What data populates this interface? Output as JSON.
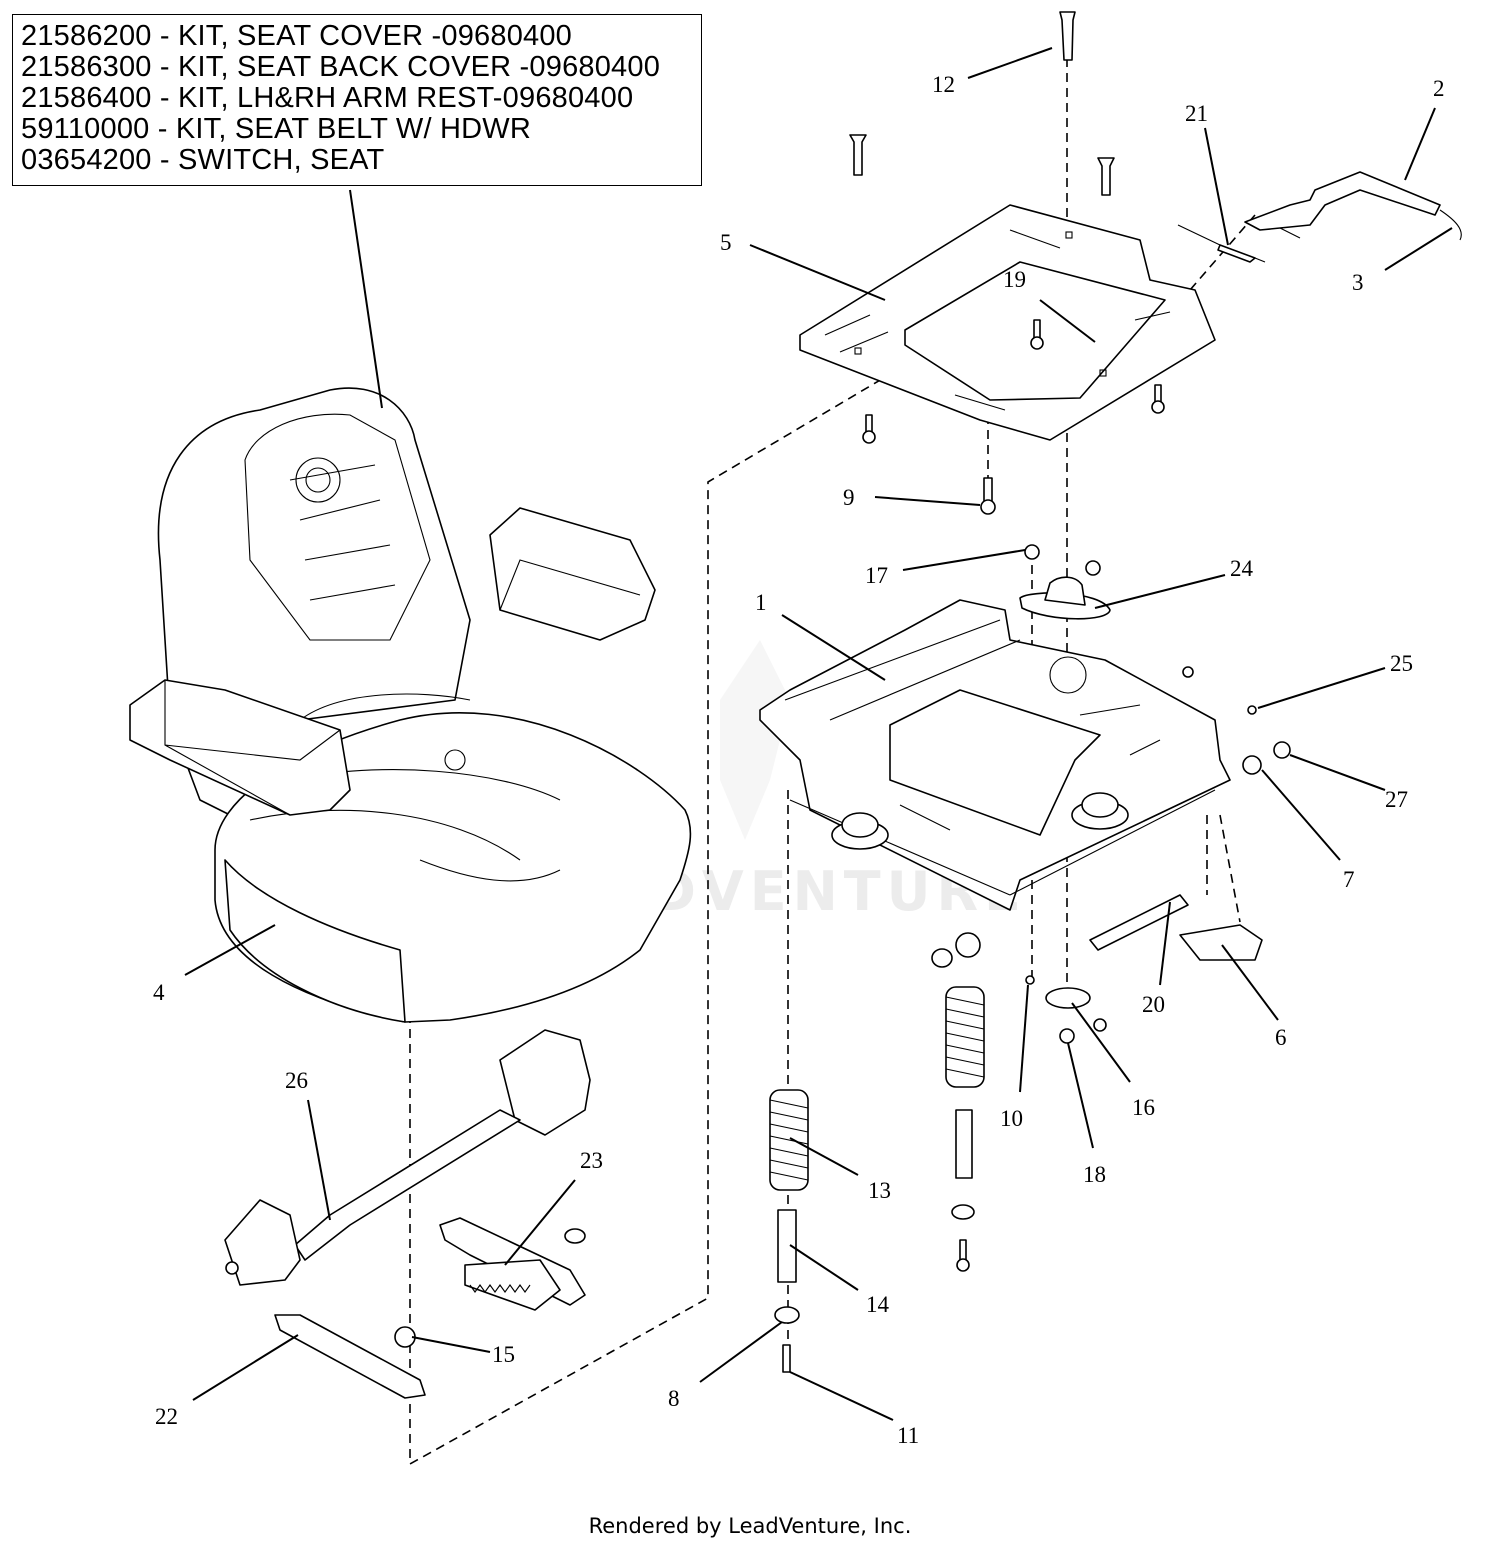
{
  "kit_list": [
    "21586200 - KIT, SEAT COVER -09680400",
    "21586300 - KIT, SEAT BACK COVER -09680400",
    "21586400 - KIT, LH&RH ARM REST-09680400",
    "59110000 - KIT, SEAT BELT W/ HDWR",
    "03654200 - SWITCH, SEAT"
  ],
  "callouts": [
    "1",
    "2",
    "3",
    "4",
    "5",
    "6",
    "7",
    "8",
    "9",
    "10",
    "11",
    "12",
    "13",
    "14",
    "15",
    "16",
    "17",
    "18",
    "19",
    "20",
    "21",
    "22",
    "23",
    "24",
    "25",
    "26",
    "27"
  ],
  "watermark": "LEADVENTURE",
  "footer": "Rendered by LeadVenture, Inc."
}
